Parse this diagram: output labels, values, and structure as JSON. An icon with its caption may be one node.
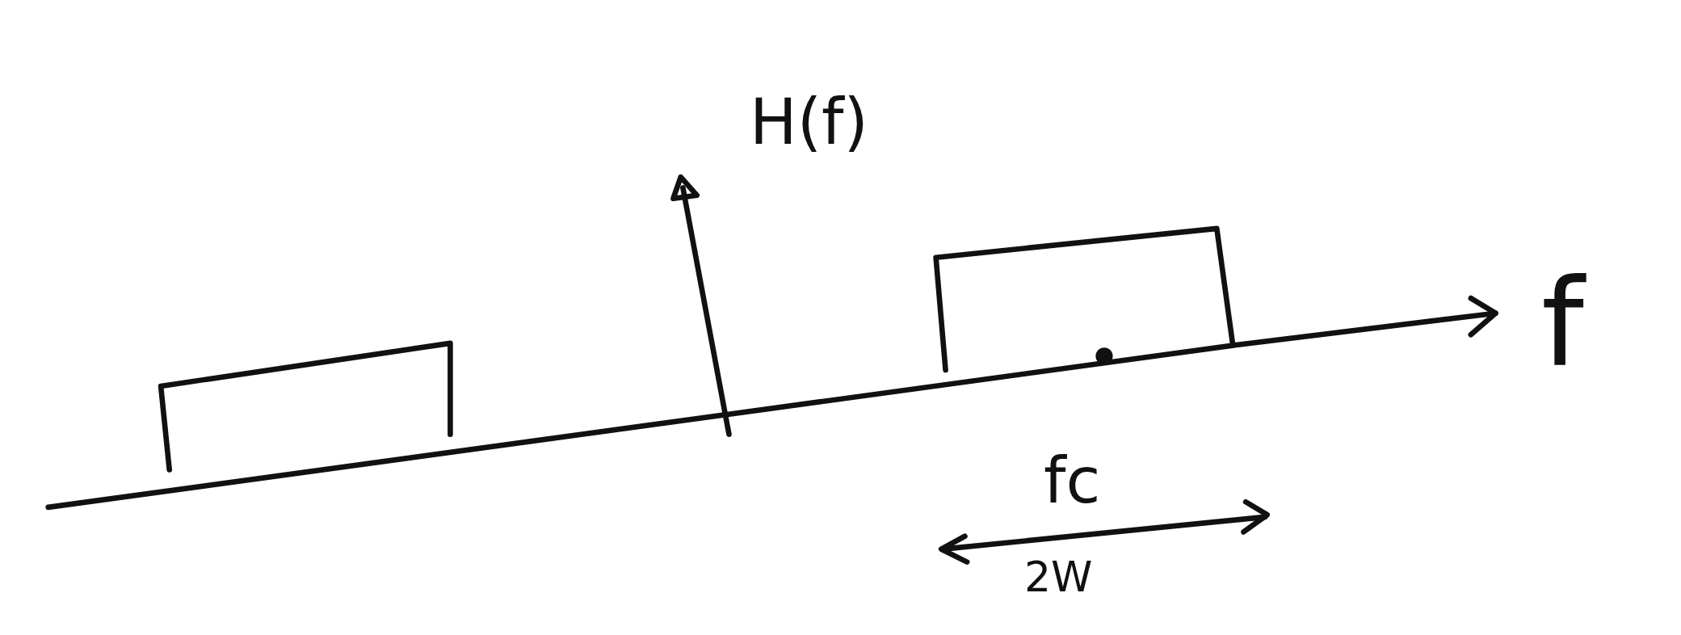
{
  "diagram": {
    "labels": [
      "H(f)",
      "f",
      "fc",
      "2W"
    ]
  }
}
